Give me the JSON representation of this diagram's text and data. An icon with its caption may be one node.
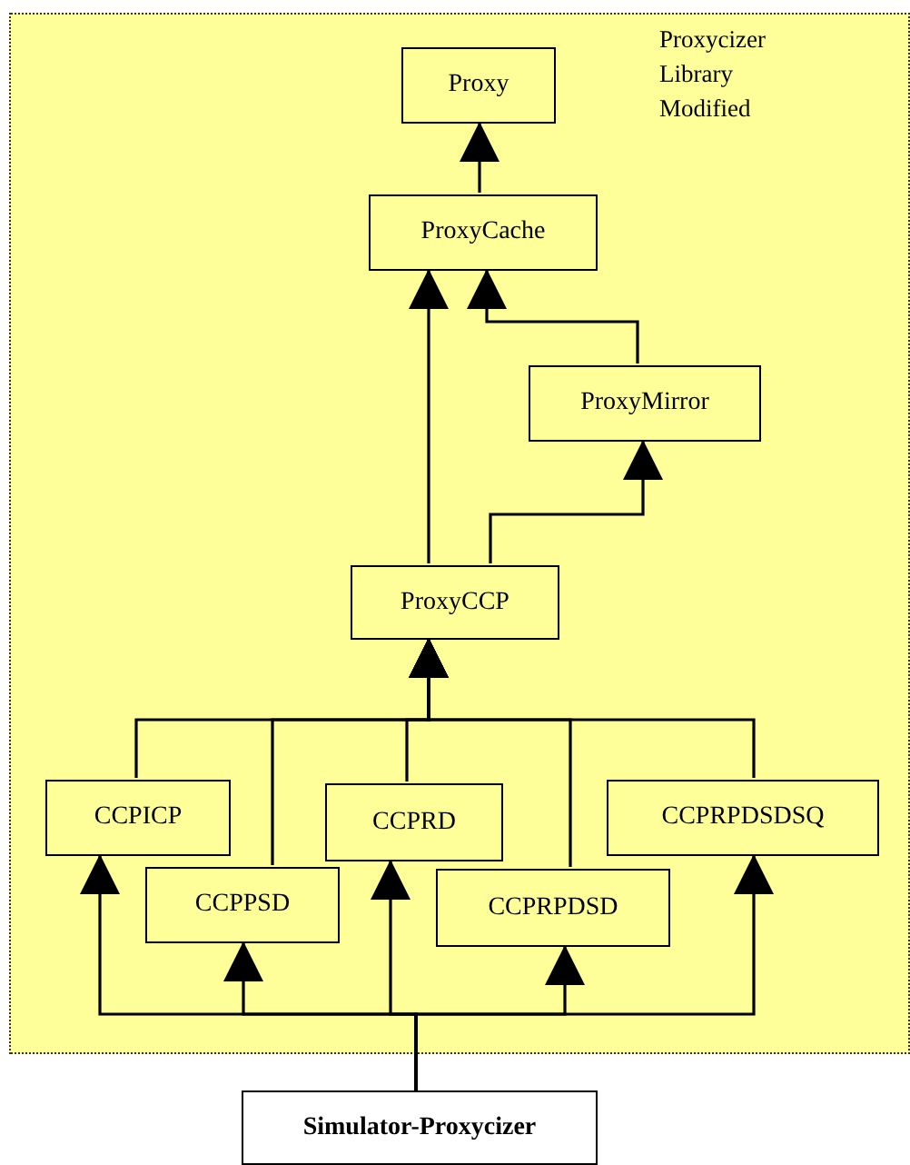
{
  "diagram": {
    "nodes": [
      {
        "text": [
          "Proxycizer Library Modified"
        ]
      },
      {
        "text": [
          "Proxy"
        ],
        "in": 0
      },
      {
        "text": [
          "ProxyCache"
        ],
        "in": 0
      },
      {
        "text": [
          "ProxyMirror"
        ],
        "in": 0
      },
      {
        "text": [
          "ProxyCCP"
        ],
        "in": 0
      },
      {
        "text": [
          "CCPICP"
        ],
        "in": 0
      },
      {
        "text": [
          "CCPPSD"
        ],
        "in": 0
      },
      {
        "text": [
          "CCPRD"
        ],
        "in": 0
      },
      {
        "text": [
          "CCPRPDSD"
        ],
        "in": 0
      },
      {
        "text": [
          "CCPRPDSDSQ"
        ],
        "in": 0
      },
      {
        "text": [
          "Simulator-Proxycizer"
        ]
      }
    ],
    "edges": [
      {
        "from": 2,
        "to": 1,
        "arrow": "to"
      },
      {
        "from": 4,
        "to": 2,
        "arrow": "to"
      },
      {
        "from": 3,
        "to": 2,
        "arrow": "to"
      },
      {
        "from": 4,
        "to": 3,
        "arrow": "to"
      },
      {
        "from": 5,
        "to": 4,
        "arrow": "to"
      },
      {
        "from": 6,
        "to": 4,
        "arrow": "to"
      },
      {
        "from": 7,
        "to": 4,
        "arrow": "to"
      },
      {
        "from": 8,
        "to": 4,
        "arrow": "to"
      },
      {
        "from": 9,
        "to": 4,
        "arrow": "to"
      },
      {
        "from": 10,
        "to": 5,
        "arrow": "to"
      },
      {
        "from": 10,
        "to": 6,
        "arrow": "to"
      },
      {
        "from": 10,
        "to": 7,
        "arrow": "to"
      },
      {
        "from": 10,
        "to": 8,
        "arrow": "to"
      },
      {
        "from": 10,
        "to": 9,
        "arrow": "to"
      }
    ]
  }
}
